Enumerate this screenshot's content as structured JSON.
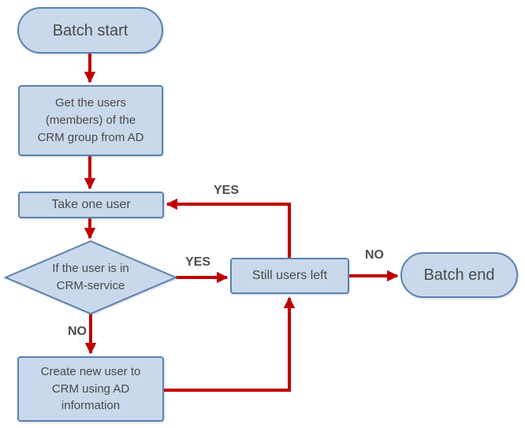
{
  "diagram": {
    "nodes": {
      "batch_start": {
        "label": "Batch start",
        "type": "terminator"
      },
      "get_users": {
        "label": "Get the users (members) of the CRM group from AD",
        "type": "process"
      },
      "take_one_user": {
        "label": "Take one user",
        "type": "process"
      },
      "user_in_crm": {
        "label": "If the user is in CRM-service",
        "type": "decision"
      },
      "still_users_left": {
        "label": "Still users left",
        "type": "process"
      },
      "create_user": {
        "label": "Create new user to CRM using AD information",
        "type": "process"
      },
      "batch_end": {
        "label": "Batch end",
        "type": "terminator"
      }
    },
    "edge_labels": {
      "yes_loop_to_take_one_user": "YES",
      "yes_to_still_users": "YES",
      "no_to_batch_end": "NO",
      "no_to_create_user": "NO"
    }
  },
  "colors": {
    "arrow": "#C00000",
    "shape-fill": "#C9D8EA",
    "shape-border": "#5B83AD",
    "node-text": "#4A4A4A",
    "label-text": "#4F4F4F",
    "background": "#FFFFFF"
  }
}
